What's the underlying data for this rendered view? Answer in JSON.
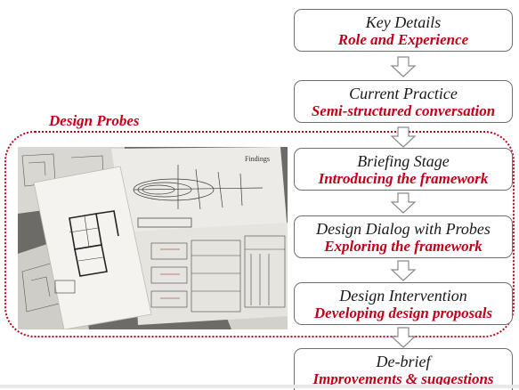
{
  "probe_section": {
    "label": "Design Probes"
  },
  "steps": [
    {
      "title": "Key Details",
      "subtitle": "Role and Experience"
    },
    {
      "title": "Current Practice",
      "subtitle": "Semi-structured conversation"
    },
    {
      "title": "Briefing Stage",
      "subtitle": "Introducing the framework"
    },
    {
      "title": "Design Dialog with Probes",
      "subtitle": "Exploring the framework"
    },
    {
      "title": "Design Intervention",
      "subtitle": "Developing design proposals"
    },
    {
      "title": "De-brief",
      "subtitle": "Improvements & suggestions"
    }
  ],
  "photo": {
    "sketch_heading": "Findings"
  },
  "colors": {
    "accent_red": "#c0001a",
    "box_border": "#6f6f6f",
    "text_dark": "#1a1a1a"
  }
}
